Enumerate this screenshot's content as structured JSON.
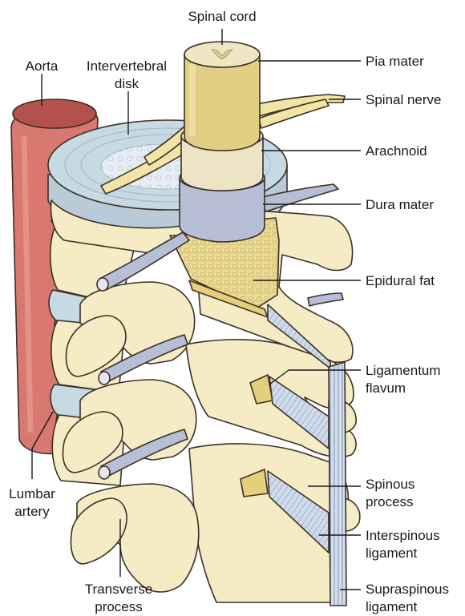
{
  "labels": {
    "spinal_cord": "Spinal cord",
    "aorta": "Aorta",
    "intervertebral_disk_line1": "Intervertebral",
    "intervertebral_disk_line2": "disk",
    "pia_mater": "Pia mater",
    "spinal_nerve": "Spinal nerve",
    "arachnoid": "Arachnoid",
    "dura_mater": "Dura mater",
    "epidural_fat": "Epidural fat",
    "ligamentum_flavum_line1": "Ligamentum",
    "ligamentum_flavum_line2": "flavum",
    "spinous_process_line1": "Spinous",
    "spinous_process_line2": "process",
    "lumbar_artery_line1": "Lumbar",
    "lumbar_artery_line2": "artery",
    "interspinous_ligament_line1": "Interspinous",
    "interspinous_ligament_line2": "ligament",
    "transverse_process_line1": "Transverse",
    "transverse_process_line2": "process",
    "supraspinous_ligament_line1": "Supraspinous",
    "supraspinous_ligament_line2": "ligament"
  },
  "colors": {
    "bone": "#f5ecc6",
    "aorta": "#d9786f",
    "disk": "#c7d9e3",
    "dura": "#b7bfd6",
    "arachnoid": "#ede4c6",
    "spinal_cord": "#e2cf84",
    "fat": "#ecdb94",
    "ligament": "#c9d5e6",
    "nerve": "#f2e4a4"
  }
}
